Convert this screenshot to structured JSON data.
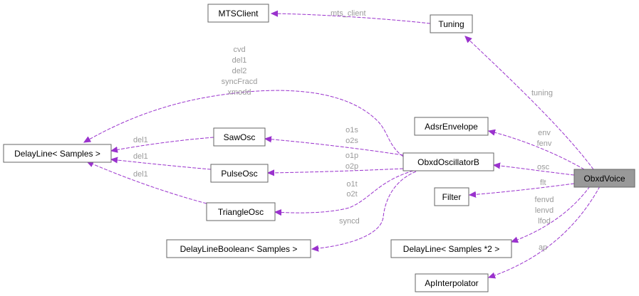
{
  "nodes": {
    "mtsclient": "MTSClient",
    "tuning": "Tuning",
    "delayline": "DelayLine< Samples >",
    "sawosc": "SawOsc",
    "pulseosc": "PulseOsc",
    "triangleosc": "TriangleOsc",
    "delaylineboolean": "DelayLineBoolean< Samples >",
    "obxdoscillatorb": "ObxdOscillatorB",
    "adsrenvelope": "AdsrEnvelope",
    "filter": "Filter",
    "delayline2": "DelayLine< Samples *2 >",
    "apinterpolator": "ApInterpolator",
    "obxdvoice": "ObxdVoice"
  },
  "edge_labels": {
    "mts_client": "mts_client",
    "tuning": "tuning",
    "osc_to_delayline": [
      "cvd",
      "del1",
      "del2",
      "syncFracd",
      "xmodd"
    ],
    "saw_del1": "del1",
    "pulse_del1": "del1",
    "tri_del1": "del1",
    "o1s_o2s": [
      "o1s",
      "o2s"
    ],
    "o1p_o2p": [
      "o1p",
      "o2p"
    ],
    "o1t_o2t": [
      "o1t",
      "o2t"
    ],
    "syncd": "syncd",
    "env_fenv": [
      "env",
      "fenv"
    ],
    "osc": "osc",
    "flt": "flt",
    "fenvd_lenvd_lfod": [
      "fenvd",
      "lenvd",
      "lfod"
    ],
    "ap": "ap"
  },
  "colors": {
    "edge": "#9a32cd",
    "edge_label": "#9a9a9a",
    "node_border": "#666666",
    "root_fill": "#999999"
  }
}
